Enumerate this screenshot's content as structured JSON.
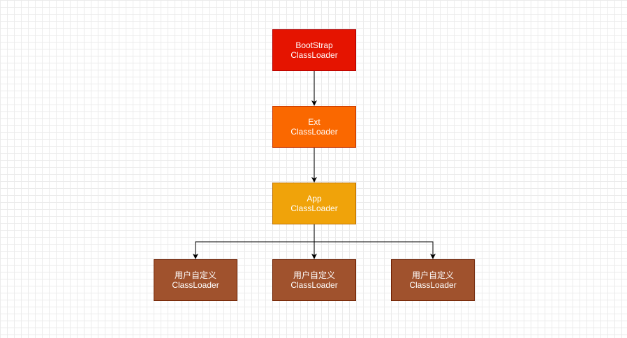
{
  "nodes": {
    "bootstrap": {
      "line1": "BootStrap",
      "line2": "ClassLoader",
      "fill": "#e51400",
      "stroke": "#b20000"
    },
    "ext": {
      "line1": "Ext",
      "line2": "ClassLoader",
      "fill": "#fa6800",
      "stroke": "#c73500"
    },
    "app": {
      "line1": "App",
      "line2": "ClassLoader",
      "fill": "#f0a30a",
      "stroke": "#bd7000"
    },
    "custom_1": {
      "line1": "用户自定义",
      "line2": "ClassLoader",
      "fill": "#a0522d",
      "stroke": "#6d1f00"
    },
    "custom_2": {
      "line1": "用户自定义",
      "line2": "ClassLoader",
      "fill": "#a0522d",
      "stroke": "#6d1f00"
    },
    "custom_3": {
      "line1": "用户自定义",
      "line2": "ClassLoader",
      "fill": "#a0522d",
      "stroke": "#6d1f00"
    }
  },
  "edges": [
    {
      "from": "bootstrap",
      "to": "ext"
    },
    {
      "from": "ext",
      "to": "app"
    },
    {
      "from": "app",
      "to": "custom_1"
    },
    {
      "from": "app",
      "to": "custom_2"
    },
    {
      "from": "app",
      "to": "custom_3"
    }
  ],
  "colors": {
    "connector": "#000000",
    "grid": "#ebebeb",
    "background": "#ffffff"
  }
}
